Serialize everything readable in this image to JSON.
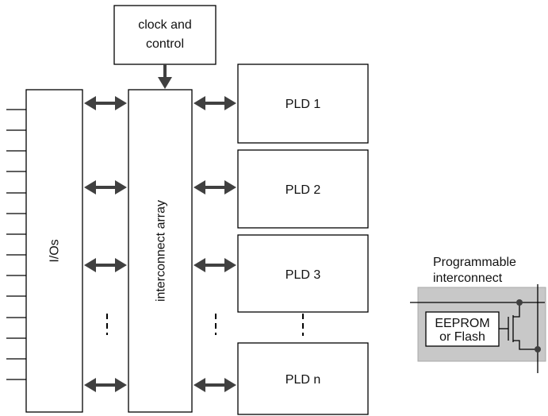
{
  "clock": {
    "line1": "clock and",
    "line2": "control"
  },
  "io": {
    "label": "I/Os"
  },
  "interconnect": {
    "label": "interconnect array"
  },
  "plds": [
    {
      "label": "PLD 1"
    },
    {
      "label": "PLD 2"
    },
    {
      "label": "PLD 3"
    },
    {
      "label": "PLD n"
    }
  ],
  "inset": {
    "title_line1": "Programmable",
    "title_line2": "interconnect",
    "memory_line1": "EEPROM",
    "memory_line2": "or Flash"
  },
  "colors": {
    "arrow": "#404040",
    "inset_background": "#c8c8c8",
    "stroke": "#000000"
  }
}
